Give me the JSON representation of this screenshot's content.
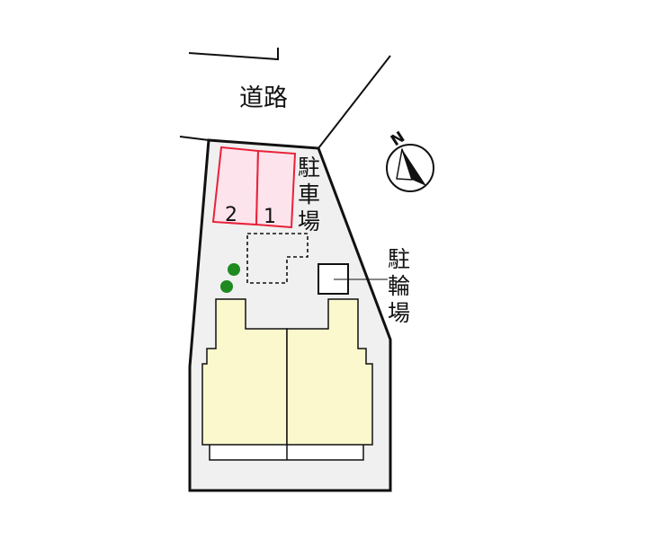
{
  "road_label": "道路",
  "parking_label": [
    "駐",
    "車",
    "場"
  ],
  "parking_slots": [
    "2",
    "1"
  ],
  "bicycle_parking_label": [
    "駐",
    "輪",
    "場"
  ],
  "compass": {
    "north_label": "N",
    "icon": "north-arrow-icon"
  },
  "colors": {
    "lot_fill": "#f0f0f0",
    "lot_outline": "#111111",
    "parking_fill": "#fde3ec",
    "parking_line": "#e8223a",
    "building_fill": "#fbf8cd",
    "tree_fill": "#1f8a1f"
  }
}
